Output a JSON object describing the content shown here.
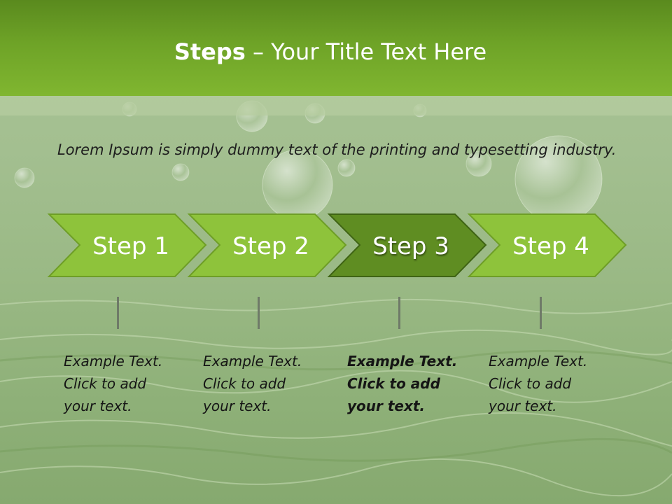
{
  "slide": {
    "title_bold": "Steps",
    "title_rest": " – Your Title Text Here",
    "intro": "Lorem Ipsum is simply dummy text of the printing and typesetting industry."
  },
  "steps": [
    {
      "label": "Step 1",
      "text_lines": [
        "Example Text.",
        "Click  to add",
        "your text."
      ],
      "active": false
    },
    {
      "label": "Step 2",
      "text_lines": [
        "Example Text.",
        "Click  to add",
        "your text."
      ],
      "active": false
    },
    {
      "label": "Step 3",
      "text_lines": [
        "Example Text.",
        "Click  to add",
        "your text."
      ],
      "active": true
    },
    {
      "label": "Step 4",
      "text_lines": [
        "Example Text.",
        "Click  to add",
        "your text."
      ],
      "active": false
    }
  ],
  "colors": {
    "header_green": "#6ea327",
    "arrow_fill": "#8ec33b",
    "arrow_active_fill": "#5f8d22",
    "arrow_border": "#6e9e26"
  }
}
